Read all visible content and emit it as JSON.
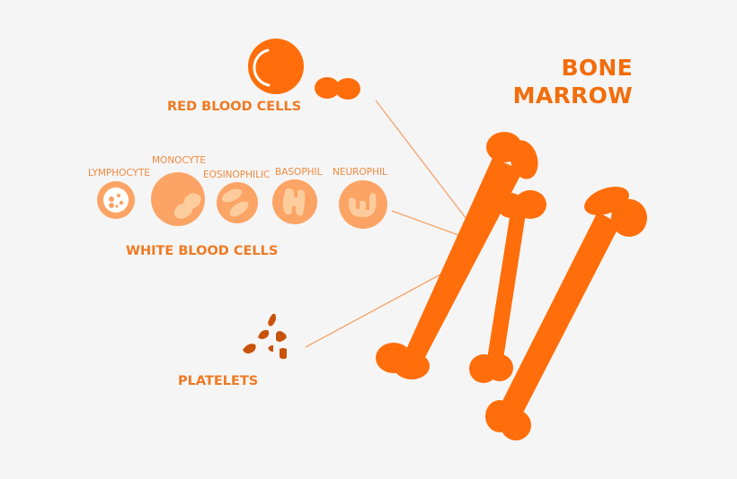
{
  "title": {
    "line1": "BONE",
    "line2": "MARROW"
  },
  "groups": {
    "red_blood_cells": "RED BLOOD CELLS",
    "white_blood_cells": "WHITE BLOOD CELLS",
    "platelets": "PLATELETS"
  },
  "white_cells": [
    {
      "label": "LYMPHOCYTE"
    },
    {
      "label": "MONOCYTE"
    },
    {
      "label": "EOSINOPHILIC"
    },
    {
      "label": "BASOPHIL"
    },
    {
      "label": "NEUROPHIL"
    }
  ],
  "colors": {
    "background": "#f6f5f5",
    "bone": "#ff6e0a",
    "red_cell": "#ff6e0a",
    "white_cell": "#fba465",
    "white_cell_nucleus": "#fdcc9c",
    "platelet": "#c9520b",
    "connector": "#f4a36a",
    "text": "#ee7a23"
  }
}
